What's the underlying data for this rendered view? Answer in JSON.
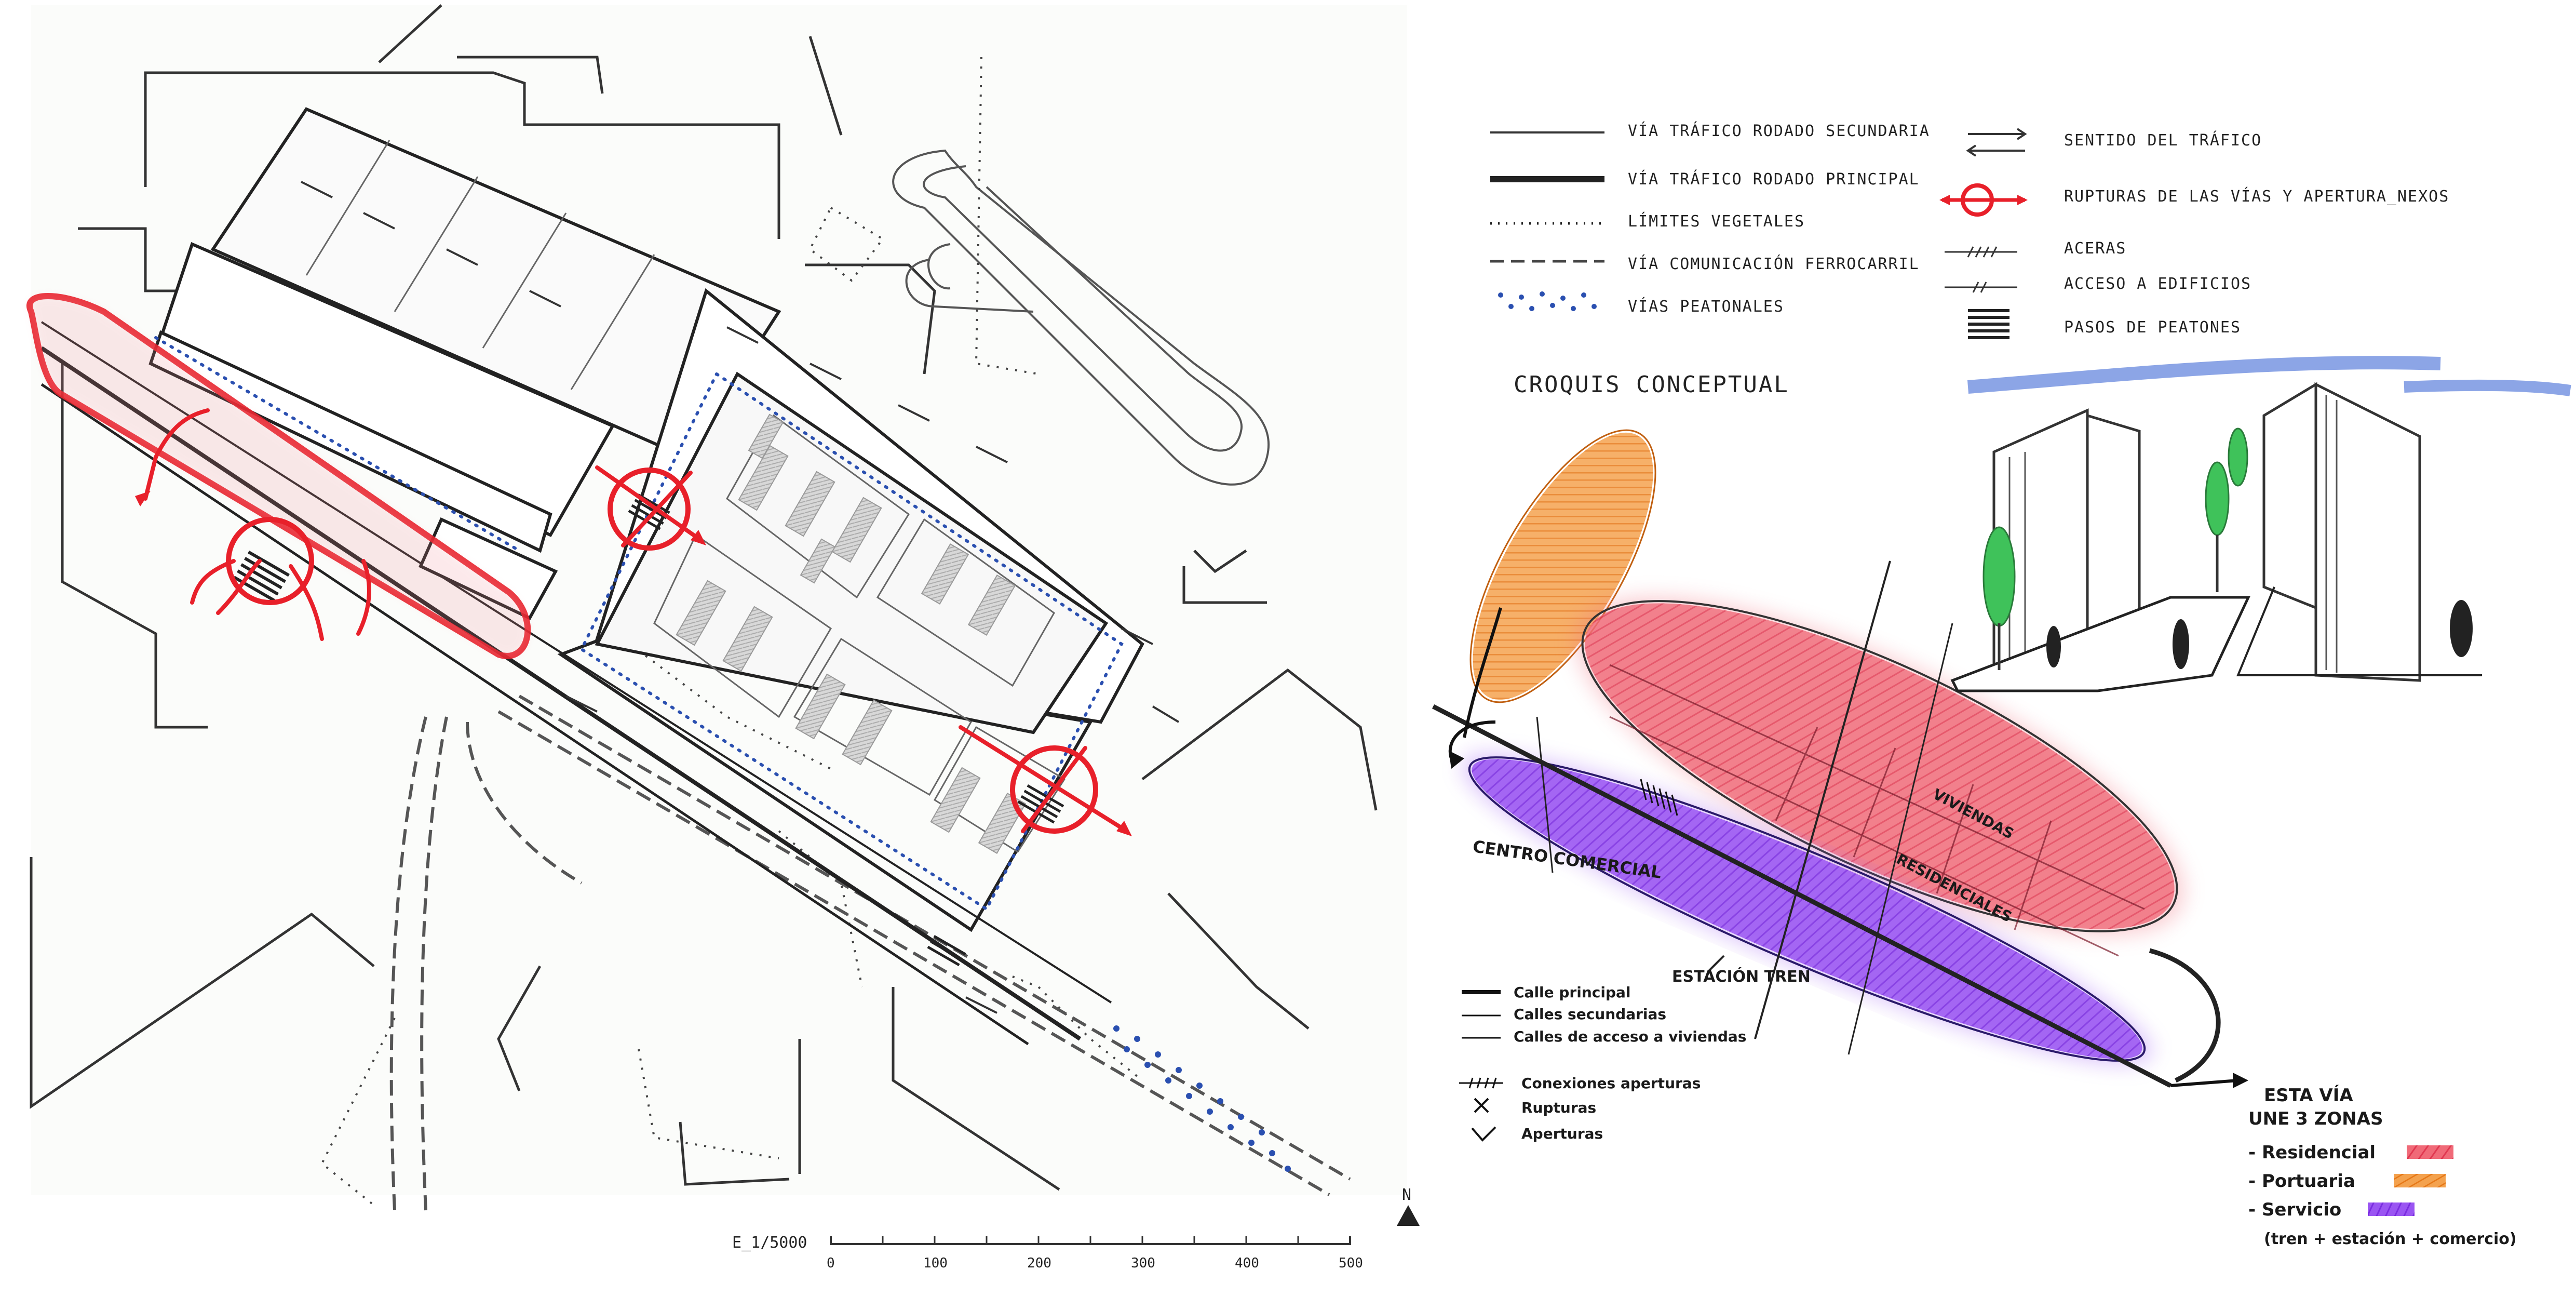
{
  "legend": {
    "items_left": [
      {
        "icon": "thin-line-icon",
        "label": "VÍA TRÁFICO RODADO SECUNDARIA"
      },
      {
        "icon": "thick-line-icon",
        "label": "VÍA TRÁFICO RODADO PRINCIPAL"
      },
      {
        "icon": "dotted-line-icon",
        "label": "LÍMITES VEGETALES"
      },
      {
        "icon": "dashed-line-icon",
        "label": "VÍA COMUNICACIÓN FERROCARRIL"
      },
      {
        "icon": "blue-dots-icon",
        "label": "VÍAS PEATONALES"
      }
    ],
    "items_right": [
      {
        "icon": "double-arrow-icon",
        "label": "SENTIDO DEL TRÁFICO"
      },
      {
        "icon": "red-circle-arrow-icon",
        "label": "RUPTURAS DE LAS VÍAS Y APERTURA_NEXOS"
      },
      {
        "icon": "hatched-line-icon",
        "label": "ACERAS"
      },
      {
        "icon": "access-line-icon",
        "label": "ACCESO A EDIFICIOS"
      },
      {
        "icon": "crosswalk-icon",
        "label": "PASOS DE PEATONES"
      }
    ]
  },
  "sketch": {
    "title": "CROQUIS CONCEPTUAL",
    "zone_labels": {
      "centro_comercial": "CENTRO COMERCIAL",
      "estacion": "ESTACIÓN TREN",
      "viviendas": "VIVIENDAS",
      "residenciales": "RESIDENCIALES"
    },
    "legend": [
      {
        "icon": "thick-line-icon",
        "label": "Calle principal"
      },
      {
        "icon": "thin-line-icon",
        "label": "Calles secundarias"
      },
      {
        "icon": "thin-line-icon",
        "label": "Calles de acceso a viviendas"
      },
      {
        "icon": "hatched-line-icon",
        "label": "Conexiones aperturas"
      },
      {
        "icon": "x-icon",
        "label": "Rupturas"
      },
      {
        "icon": "check-icon",
        "label": "Aperturas"
      }
    ],
    "note": {
      "line1": "ESTA VÍA",
      "line2": "UNE 3 ZONAS",
      "items": [
        {
          "label": "- Residencial",
          "color": "#e0457a"
        },
        {
          "label": "- Portuaria",
          "color": "#f0904a"
        },
        {
          "label": "- Servicio",
          "color": "#b04ad0"
        }
      ],
      "sub": "(tren + estación + comercio)"
    }
  },
  "scale": {
    "label": "E_1/5000",
    "ticks": [
      "0",
      "100",
      "200",
      "300",
      "400",
      "500"
    ],
    "north": "N"
  },
  "colors": {
    "red": "#e8202a",
    "orange": "#f08a2a",
    "pink": "#ec4f62",
    "purple": "#8a3cf0",
    "blue_path": "#2a4fb0",
    "sky": "#6f8fe0",
    "green": "#3fc25a"
  }
}
